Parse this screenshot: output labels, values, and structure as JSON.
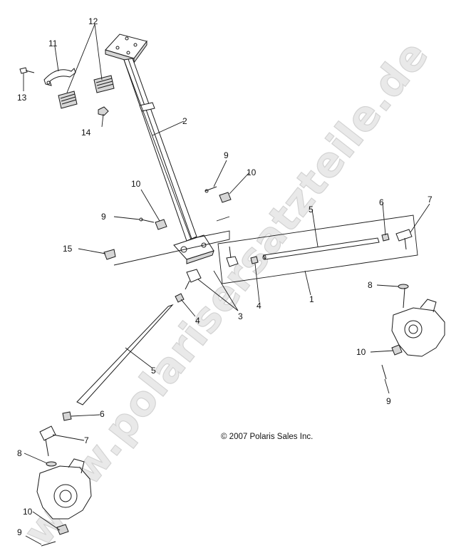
{
  "watermark": "www.polarisersatzteile.de",
  "copyright": "© 2007 Polaris Sales Inc.",
  "callouts": {
    "c12": "12",
    "c11": "11",
    "c13": "13",
    "c14": "14",
    "c2": "2",
    "c9a": "9",
    "c10a": "10",
    "c10b": "10",
    "c9b": "9",
    "c15": "15",
    "c5a": "5",
    "c6a": "6",
    "c7a": "7",
    "c4a": "4",
    "c1": "1",
    "c3": "3",
    "c4b": "4",
    "c8a": "8",
    "c10c": "10",
    "c9c": "9",
    "c5b": "5",
    "c6b": "6",
    "c7b": "7",
    "c8b": "8",
    "c10d": "10",
    "c9d": "9"
  }
}
